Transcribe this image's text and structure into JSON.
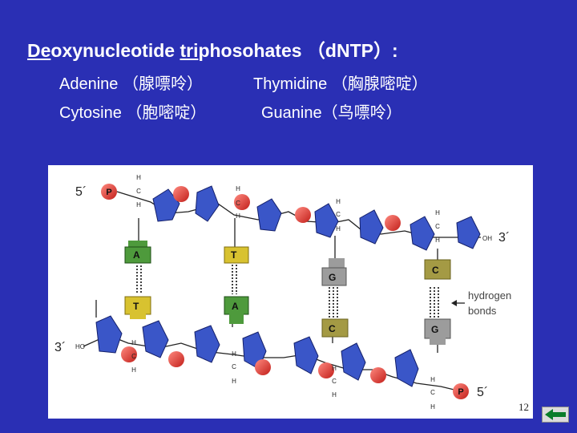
{
  "title": {
    "part1_underlined": "De",
    "part2": "oxynucleotide ",
    "part3_underlined": "tri",
    "part4": "phosohates （d",
    "part5": "NTP）:"
  },
  "bases": {
    "adenine": "Adenine （腺嘌呤）",
    "thymidine": "Thymidine （胸腺嘧啶）",
    "cytosine": "Cytosine （胞嘧啶）",
    "guanine": "Guanine（鸟嘌呤）"
  },
  "figure": {
    "label_5prime_top": "5´",
    "label_3prime_right": "3´",
    "label_3prime_left": "3´",
    "label_5prime_bottom": "5´",
    "phosphate": "P",
    "oh": "OH",
    "ho": "HO",
    "atom_h": "H",
    "atom_c": "C",
    "hydrogen_bonds_line1": "hydrogen",
    "hydrogen_bonds_line2": "bonds",
    "bases": {
      "A": "A",
      "T": "T",
      "G": "G",
      "C": "C"
    }
  },
  "page_number": "12",
  "colors": {
    "background": "#2a2fb4",
    "sugar": "#3a56c8",
    "phosphate": "#e23b32",
    "adenine": "#4e9a3c",
    "thymine": "#d8c230",
    "guanine": "#9c9c9c",
    "cytosine": "#a49a44"
  },
  "icons": {
    "nav": "back-arrow-icon"
  }
}
